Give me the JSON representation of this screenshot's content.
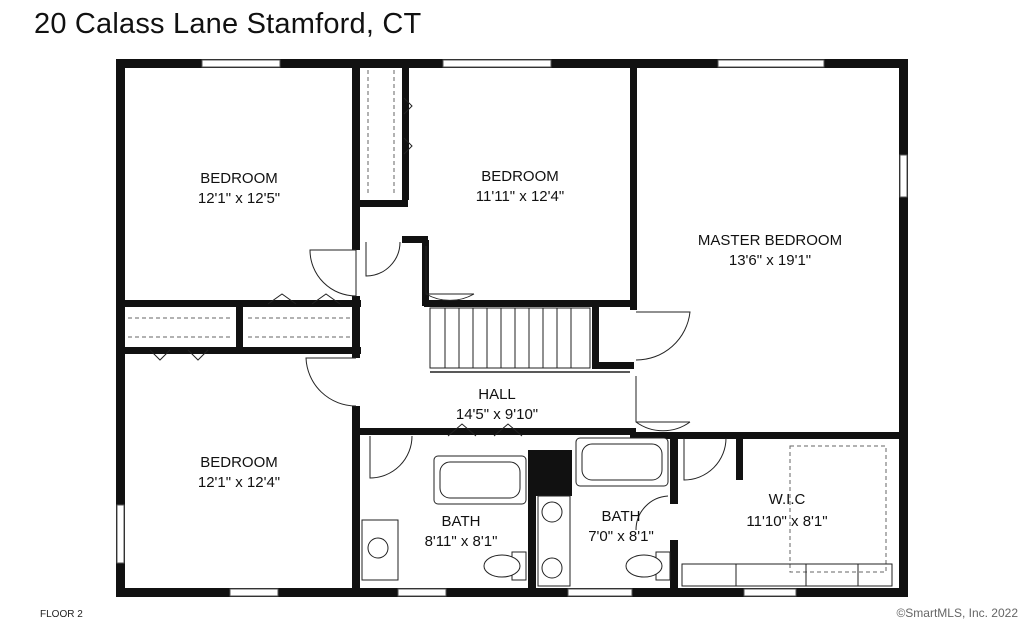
{
  "header": {
    "title": "20 Calass Lane Stamford, CT"
  },
  "footer": {
    "floor": "FLOOR 2",
    "copyright": "©SmartMLS, Inc.  2022"
  },
  "rooms": [
    {
      "id": "bedroom-1",
      "name": "BEDROOM",
      "dims": "12'1\" x 12'5\""
    },
    {
      "id": "bedroom-2",
      "name": "BEDROOM",
      "dims": "11'11\" x 12'4\""
    },
    {
      "id": "master-bedroom",
      "name": "MASTER BEDROOM",
      "dims": "13'6\" x 19'1\""
    },
    {
      "id": "hall",
      "name": "HALL",
      "dims": "14'5\" x 9'10\""
    },
    {
      "id": "bedroom-3",
      "name": "BEDROOM",
      "dims": "12'1\" x 12'4\""
    },
    {
      "id": "bath-1",
      "name": "BATH",
      "dims": "8'11\" x 8'1\""
    },
    {
      "id": "bath-2",
      "name": "BATH",
      "dims": "7'0\" x 8'1\""
    },
    {
      "id": "wic",
      "name": "W.I.C",
      "dims": "11'10\" x 8'1\""
    }
  ]
}
